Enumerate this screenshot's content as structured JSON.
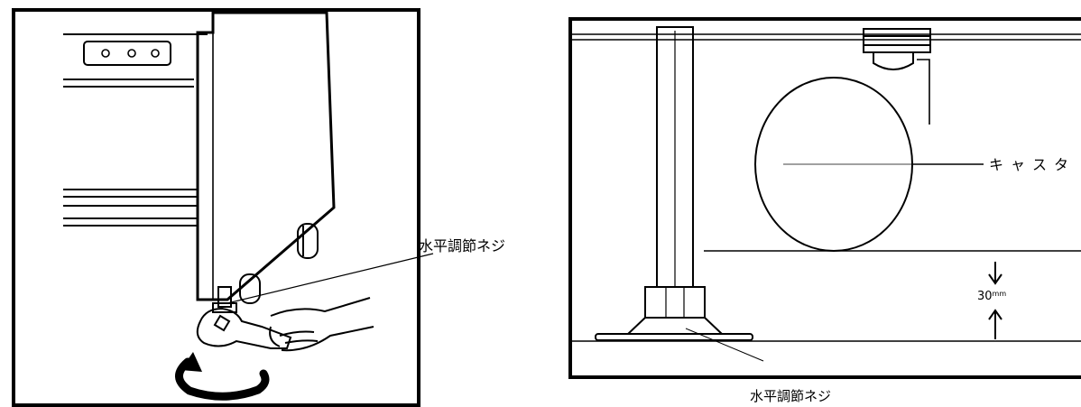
{
  "left_panel": {
    "label_adjust_screw": "水平調節ネジ"
  },
  "right_panel": {
    "label_caster": "キャスタ",
    "dimension": {
      "value": "30",
      "unit": "mm"
    },
    "label_adjust_screw": "水平調節ネジ"
  }
}
